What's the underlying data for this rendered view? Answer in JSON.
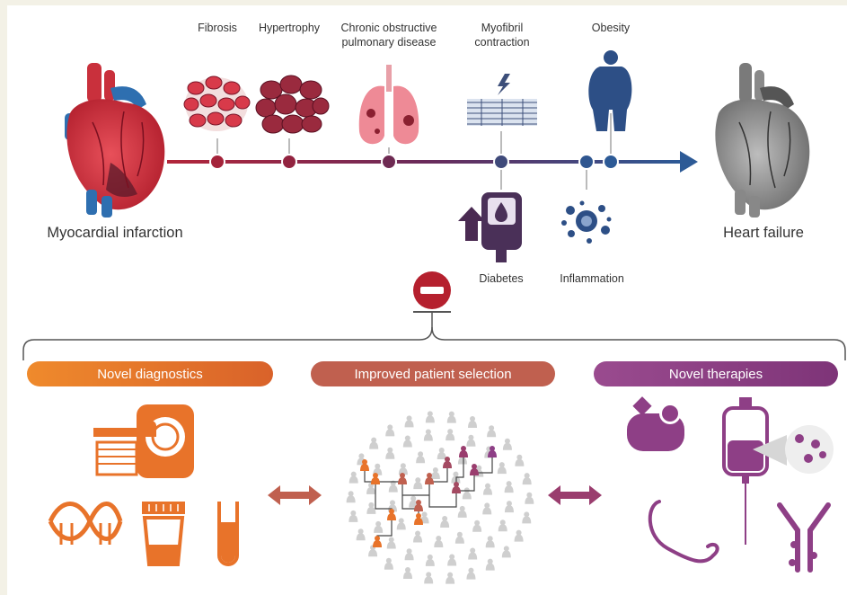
{
  "timeline": {
    "start_label": "Myocardial infarction",
    "end_label": "Heart failure",
    "factors_above": [
      {
        "label": "Fibrosis"
      },
      {
        "label": "Hypertrophy"
      },
      {
        "label": "Chronic obstructive pulmonary disease"
      },
      {
        "label": "Myofibril contraction"
      },
      {
        "label": "Obesity"
      }
    ],
    "factors_below": [
      {
        "label": "Diabetes"
      },
      {
        "label": "Inflammation"
      }
    ]
  },
  "categories": [
    {
      "label": "Novel diagnostics",
      "color": "#e8732a"
    },
    {
      "label": "Improved patient selection",
      "color": "#c0604f"
    },
    {
      "label": "Novel therapies",
      "color": "#8e3f86"
    }
  ],
  "colors": {
    "line_start": "#b3263a",
    "line_end": "#2d5a96",
    "inhibit": "#b5202e",
    "grey_person": "#cfcfcf"
  }
}
